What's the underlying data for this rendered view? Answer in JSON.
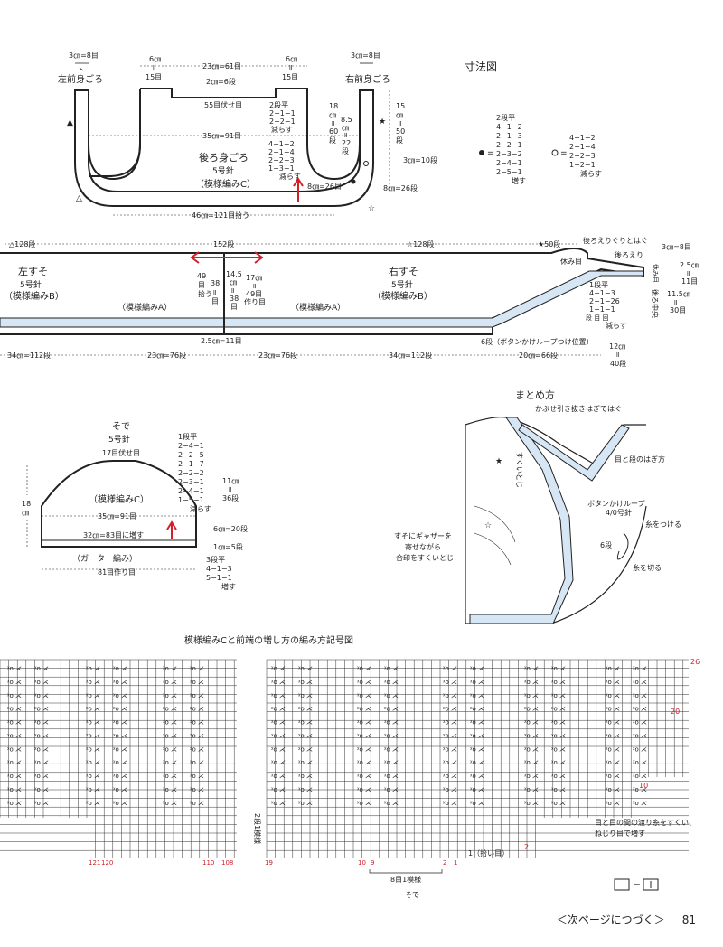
{
  "colors": {
    "band": "#d6e6f4",
    "line": "#222222",
    "accent": "#d2202a"
  },
  "size_chart": {
    "title": "寸法図",
    "back_body": {
      "left_front_label": "左前身ごろ",
      "right_front_label": "右前身ごろ",
      "title": "後ろ身ごろ",
      "needle": "5号針",
      "pattern": "（模様編みC）",
      "top_left_w": "3㎝=8目",
      "top_right_w": "3㎝=8目",
      "shoulder_l": "6㎝",
      "shoulder_l_rows": "15目",
      "shoulder_r": "6㎝",
      "shoulder_r_rows": "15目",
      "neck_w": "23㎝=61目",
      "neck_depth": "2㎝=6段",
      "bind_off": "55目伏せ目",
      "width_35": "35㎝=91目",
      "dec1_a": "2段平",
      "dec1_b": "2−1−1",
      "dec1_c": "2−2−1",
      "dec1_d": "減らす",
      "dec2_a": "4−1−2",
      "dec2_b": "2−1−4",
      "dec2_c": "2−2−3",
      "dec2_d": "1−3−1",
      "dec2_e": "減らす",
      "v18_a": "18",
      "v18_b": "㎝",
      "v18_c": "60",
      "v18_d": "段",
      "v85_a": "8.5",
      "v85_b": "㎝",
      "v85_c": "22",
      "v85_d": "段",
      "v15_a": "15",
      "v15_b": "㎝",
      "v15_c": "50",
      "v15_d": "段",
      "side_10": "3㎝=10段",
      "side_26": "8㎝=26段",
      "bottom_8": "8㎝=26目",
      "bottom_46": "46㎝=121目拾う"
    },
    "legend": {
      "dot_a": "2段平",
      "dot_b": "4−1−2",
      "dot_c": "2−1−3",
      "dot_d": "2−2−1",
      "dot_e": "2−3−2",
      "dot_f": "2−4−1",
      "dot_g": "2−5−1",
      "dot_h": "増す",
      "ring_a": "4−1−2",
      "ring_b": "2−1−4",
      "ring_c": "2−2−3",
      "ring_d": "1−2−1",
      "ring_e": "減らす"
    },
    "skirt": {
      "rows_128_l": "△128段",
      "rows_152": "152段",
      "rows_128_r": "☆128段",
      "rows_50": "★50段",
      "left_title": "左すそ",
      "left_needle": "5号針",
      "left_pattern": "（模様編みB）",
      "right_title": "右すそ",
      "right_needle": "5号針",
      "right_pattern": "（模様編みB）",
      "band_a_l": "（模様編みA）",
      "band_a_r": "（模様編みA）",
      "pick49_a": "49",
      "pick49_b": "目",
      "pick49_c": "拾う",
      "v38_a": "38",
      "v38_b": "目",
      "v145_a": "14.5",
      "v145_b": "㎝",
      "v145_c": "38",
      "v145_d": "目",
      "v17_a": "17㎝",
      "v17_b": "49目",
      "v17_c": "作り目",
      "bottom_25": "2.5㎝=11目",
      "collar_pick": "後ろえりぐりとはぐ",
      "collar": "後ろえり",
      "rest": "休み目",
      "rest_v": "休み目",
      "back_center": "後ろ中央",
      "r_w": "3㎝=8目",
      "r_25a": "2.5㎝",
      "r_25b": "11目",
      "r_115a": "11.5㎝",
      "r_115b": "30目",
      "inc_a": "1段平",
      "inc_b": "4−1−3",
      "inc_c": "2−1−26",
      "inc_d": "1−1−1",
      "inc_e": "段 目 回",
      "inc_f": "減らす",
      "loop_pos": "6段（ボタンかけループつけ位置）",
      "d1": "34㎝=112段",
      "d2": "23㎝=76段",
      "d3": "23㎝=76段",
      "d4": "34㎝=112段",
      "d5": "20㎝=66段",
      "r12a": "12㎝",
      "r12b": "40段"
    },
    "sleeve": {
      "title": "そで",
      "needle": "5号針",
      "bind_off": "17目伏せ目",
      "pattern": "（模様編みC）",
      "width": "35㎝=91目",
      "inc": "32㎝=83目に増す",
      "garter": "（ガーター編み）",
      "cast_on": "81目作り目",
      "h18a": "18",
      "h18b": "㎝",
      "h11a": "11㎝",
      "h11b": "36段",
      "h6": "6㎝=20段",
      "h1": "1㎝=5段",
      "cap_a": "1段平",
      "cap_b": "2−4−1",
      "cap_c": "2−2−5",
      "cap_d": "2−1−7",
      "cap_e": "2−2−2",
      "cap_f": "2−3−1",
      "cap_g": "2−4−1",
      "cap_h": "1−5−1",
      "cap_i": "減らす",
      "bot_a": "3段平",
      "bot_b": "4−1−3",
      "bot_c": "5−1−1",
      "bot_d": "増す"
    },
    "finishing": {
      "title": "まとめ方",
      "seam_top": "かぶせ引き抜きはぎではぐ",
      "seam_side": "目と段のはぎ方",
      "loop_a": "ボタンかけループ",
      "loop_b": "4/0号針",
      "tie": "糸をつける",
      "cut": "糸を切る",
      "rows6": "6段",
      "scoop": "すくいとじ",
      "gather_a": "すそにギャザーを",
      "gather_b": "寄せながら",
      "gather_c": "合印をすくいとじ"
    },
    "chart": {
      "title": "模様編みCと前端の増し方の編み方記号図",
      "row26": "26",
      "row20": "20",
      "row10": "10",
      "row2": "2",
      "row1": "1（拾い目）",
      "col121": "121",
      "col120": "120",
      "col110": "110",
      "col108": "108",
      "col19": "19",
      "col10": "10",
      "col9": "9",
      "col2": "2",
      "col1": "1",
      "repeat_v": "2段1模様",
      "repeat_h": "8目1模様",
      "sleeve_label": "そで",
      "note_a": "目と目の間の渡り糸をすくい、",
      "note_b": "ねじり目で増す",
      "key": "＝"
    },
    "footer": {
      "continue": "＜次ページにつづく＞",
      "page": "81"
    }
  }
}
